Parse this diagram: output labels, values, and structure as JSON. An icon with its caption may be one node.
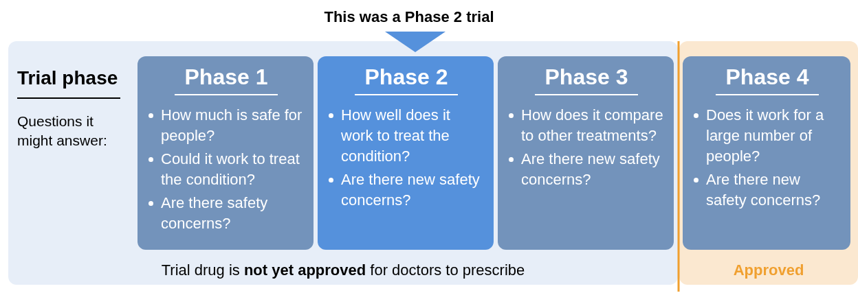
{
  "diagram": {
    "title": "This was a Phase 2 trial",
    "nodes": [
      {
        "text": [
          "Trial drug is **not yet approved** for doctors to prescribe"
        ]
      },
      {
        "text": [
          "Phase 1",
          "How much is safe for people?",
          "Could it work to treat the condition?",
          "Are there safety concerns?"
        ],
        "in": 0
      },
      {
        "text": [
          "Phase 2",
          "How well does it work to treat the condition?",
          "Are there new safety concerns?"
        ],
        "in": 0
      },
      {
        "text": [
          "Phase 3",
          "How does it compare to other treatments?",
          "Are there new safety concerns?"
        ],
        "in": 0
      },
      {
        "text": [
          "Approved"
        ]
      },
      {
        "text": [
          "Phase 4",
          "Does it work for a large number of people?",
          "Are there new safety concerns?"
        ],
        "in": 4
      }
    ],
    "labels": [
      "Trial phase",
      "Questions it might answer:"
    ]
  }
}
